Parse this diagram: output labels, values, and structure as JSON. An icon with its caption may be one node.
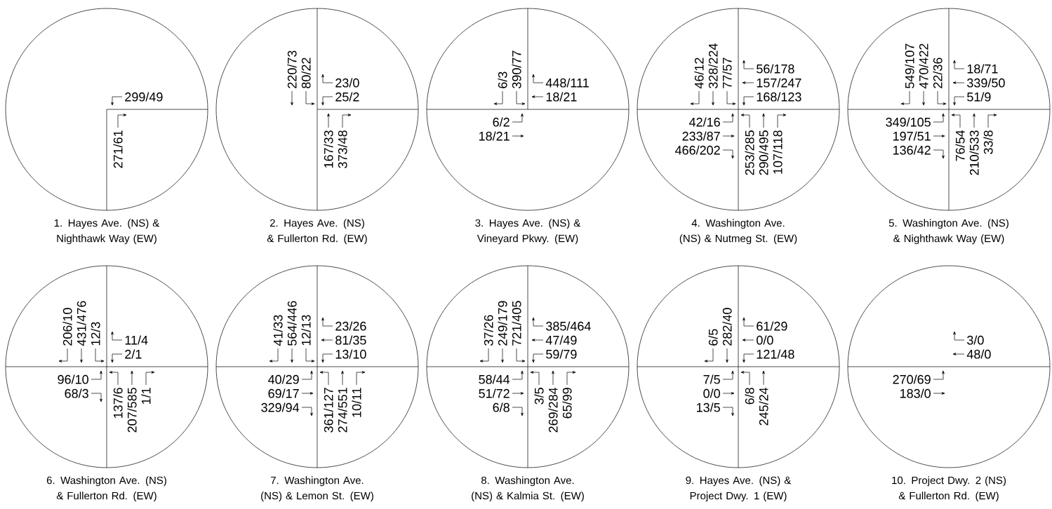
{
  "diagram": {
    "nodes": [
      {
        "text": [
          "299/49",
          "271/61"
        ],
        "beside": [
          "1. Hayes Ave. (NS) & Nighthawk Way (EW)"
        ]
      },
      {
        "text": [
          "220/73",
          "80/22",
          "23/0",
          "25/2",
          "167/33",
          "373/48"
        ],
        "beside": [
          "2. Hayes Ave. (NS) & Fullerton Rd. (EW)"
        ]
      },
      {
        "text": [
          "6/3",
          "390/77",
          "448/111",
          "18/21",
          "6/2",
          "18/21"
        ],
        "beside": [
          "3. Hayes Ave. (NS) & Vineyard Pkwy. (EW)"
        ]
      },
      {
        "text": [
          "46/12",
          "328/224",
          "77/57",
          "56/178",
          "157/247",
          "168/123",
          "42/16",
          "233/87",
          "466/202",
          "253/285",
          "290/495",
          "107/118"
        ],
        "beside": [
          "4. Washington Ave. (NS) & Nutmeg St. (EW)"
        ]
      },
      {
        "text": [
          "549/107",
          "470/422",
          "22/36",
          "18/71",
          "339/50",
          "51/9",
          "349/105",
          "197/51",
          "136/42",
          "76/54",
          "210/533",
          "33/8"
        ],
        "beside": [
          "5. Washington Ave. (NS) & Nighthawk Way (EW)"
        ]
      },
      {
        "text": [
          "206/10",
          "431/476",
          "12/3",
          "11/4",
          "2/1",
          "96/10",
          "68/3",
          "137/6",
          "207/585",
          "1/1"
        ],
        "beside": [
          "6. Washington Ave. (NS) & Fullerton Rd. (EW)"
        ]
      },
      {
        "text": [
          "41/33",
          "564/446",
          "12/13",
          "23/26",
          "81/35",
          "13/10",
          "40/29",
          "69/17",
          "329/94",
          "361/127",
          "274/551",
          "10/11"
        ],
        "beside": [
          "7. Washington Ave. (NS) & Lemon St. (EW)"
        ]
      },
      {
        "text": [
          "37/26",
          "249/179",
          "721/405",
          "385/464",
          "47/49",
          "59/79",
          "58/44",
          "51/72",
          "6/8",
          "3/5",
          "269/284",
          "65/99"
        ],
        "beside": [
          "8. Washington Ave. (NS) & Kalmia St. (EW)"
        ]
      },
      {
        "text": [
          "6/5",
          "282/40",
          "61/29",
          "0/0",
          "121/48",
          "7/5",
          "0/0",
          "13/5",
          "6/8",
          "245/24"
        ],
        "beside": [
          "9. Hayes Ave. (NS) & Project Dwy. 1 (EW)"
        ]
      },
      {
        "text": [
          "3/0",
          "48/0",
          "270/69",
          "183/0"
        ],
        "beside": [
          "10. Project Dwy. 2 (NS) & Fullerton Rd. (EW)"
        ]
      }
    ]
  }
}
